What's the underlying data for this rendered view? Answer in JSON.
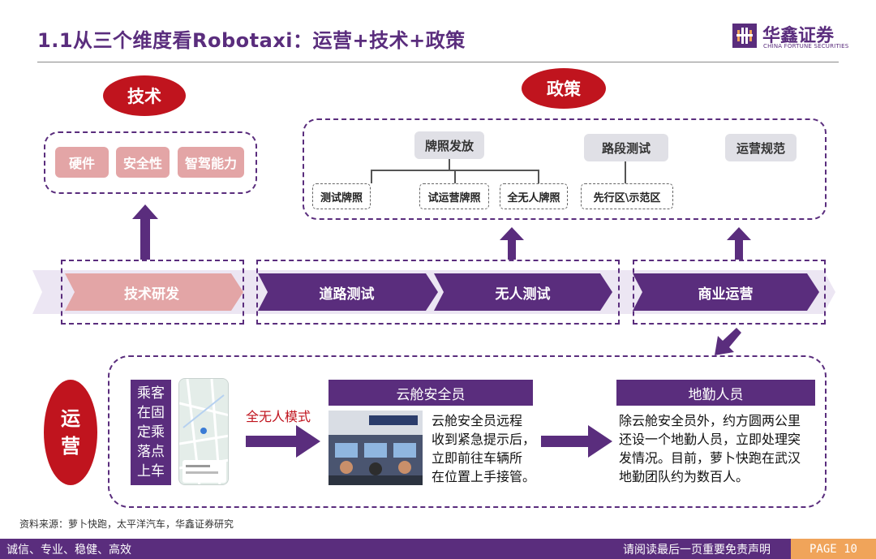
{
  "header": {
    "title": "1.1从三个维度看Robotaxi：运营+技术+政策",
    "logo_name": "华鑫证券",
    "logo_sub": "CHINA FORTUNE SECURITIES"
  },
  "tech": {
    "label": "技术",
    "items": [
      "硬件",
      "安全性",
      "智驾能力"
    ]
  },
  "policy": {
    "label": "政策",
    "groups": [
      {
        "title": "牌照发放",
        "children": [
          "测试牌照",
          "试运营牌照",
          "全无人牌照"
        ]
      },
      {
        "title": "路段测试",
        "children": [
          "先行区\\示范区"
        ]
      },
      {
        "title": "运营规范",
        "children": []
      }
    ]
  },
  "stages": [
    "技术研发",
    "道路测试",
    "无人测试",
    "商业运营"
  ],
  "operation": {
    "label_line1": "运",
    "label_line2": "营",
    "passenger_lines": [
      "乘客",
      "在固",
      "定乘",
      "落点",
      "上车"
    ],
    "mode_label": "全无人模式",
    "safety_officer": {
      "title": "云舱安全员",
      "lines": [
        "云舱安全员远程",
        "收到紧急提示后，",
        "立即前往车辆所",
        "在位置上手接管。"
      ]
    },
    "ground_staff": {
      "title": "地勤人员",
      "lines": [
        "除云舱安全员外，约方圆两公里",
        "还设一个地勤人员，立即处理突",
        "发情况。目前，萝卜快跑在武汉",
        "地勤团队约为数百人。"
      ]
    }
  },
  "source": "资料来源：萝卜快跑，太平洋汽车，华鑫证券研究",
  "footer": {
    "left": "诚信、专业、稳健、高效",
    "right": "请阅读最后一页重要免责声明",
    "page": "PAGE 10"
  },
  "colors": {
    "purple": "#5a2d7d",
    "red": "#c0141e",
    "pink": "#e3a5a6",
    "orange": "#f0a45a"
  }
}
